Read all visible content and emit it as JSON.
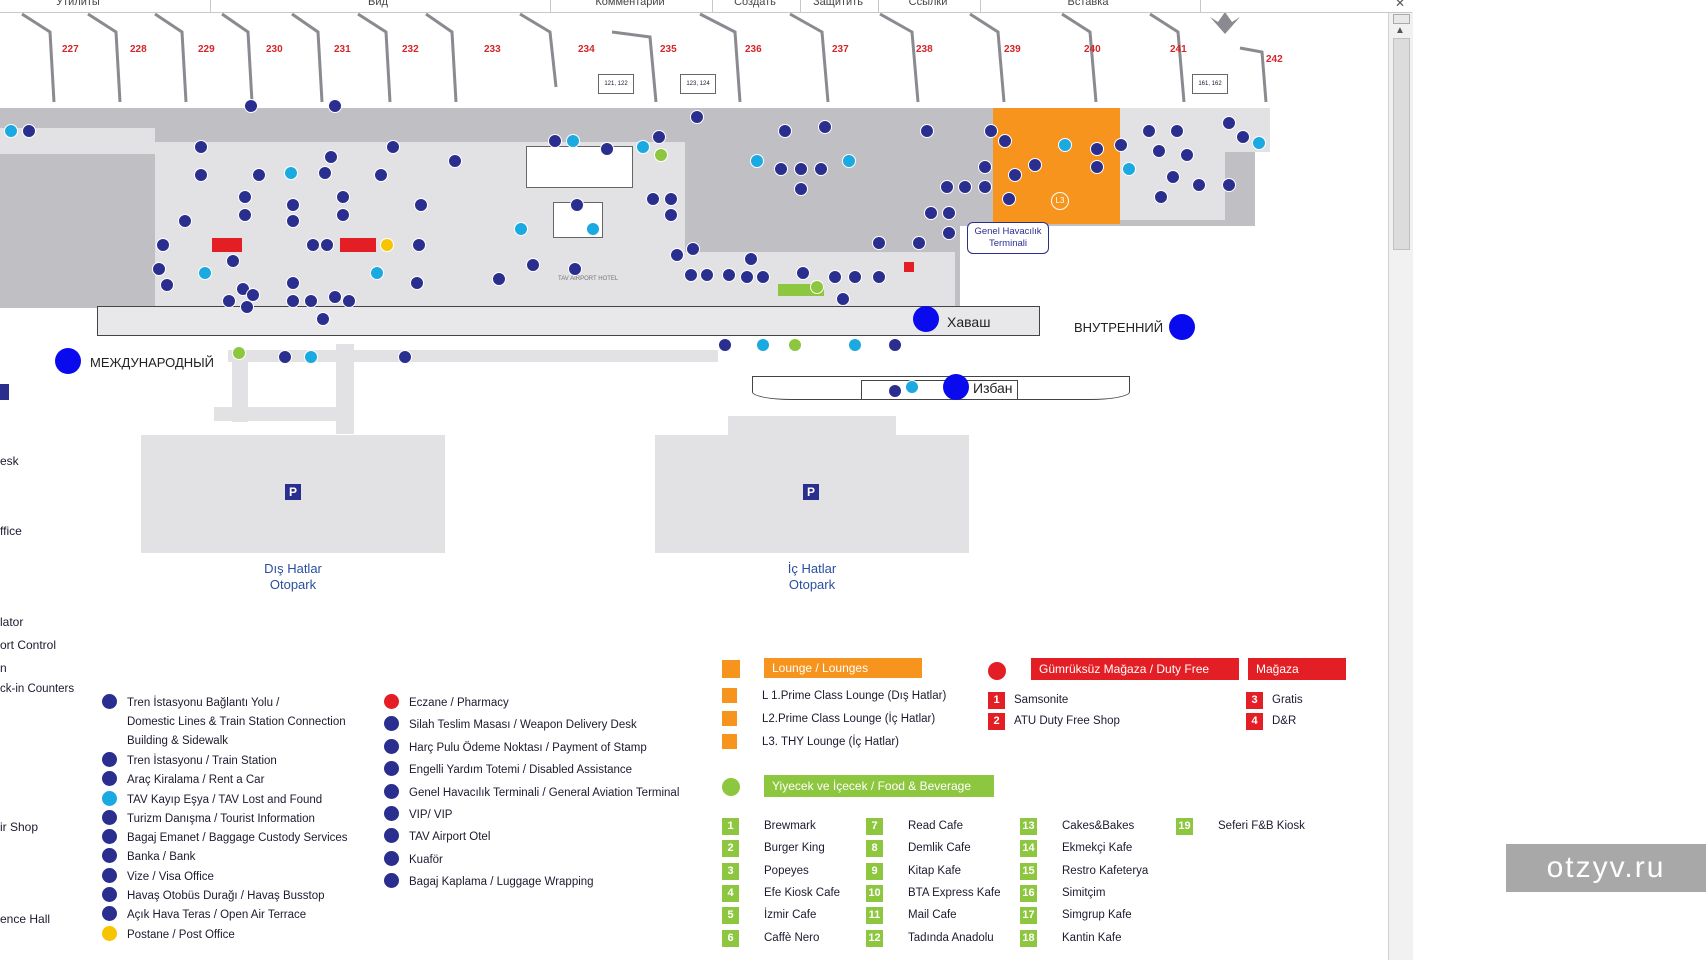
{
  "ribbon": {
    "tabs": [
      "Утилиты",
      "Вид",
      "Комментарии",
      "Создать",
      "Защитить",
      "Ссылки",
      "Вставка"
    ]
  },
  "map": {
    "gates": [
      "227",
      "228",
      "229",
      "230",
      "231",
      "232",
      "233",
      "234",
      "235",
      "236",
      "237",
      "238",
      "239",
      "240",
      "241",
      "242"
    ],
    "bus_gates": [
      "121, 122",
      "123, 124",
      "161, 162"
    ],
    "transit_labels": {
      "havas": "Хаваш",
      "izban": "Избан",
      "international": "МЕЖДУНАРОДНЫЙ",
      "domestic": "ВНУТРЕННИЙ"
    },
    "general_aviation": "Genel Havacılık Terminali",
    "lounge_badge": "L3",
    "tav_label": "TAV AIRPORT HOTEL",
    "parking": [
      {
        "sign": "P",
        "name": "Dış Hatlar",
        "sub": "Otopark"
      },
      {
        "sign": "P",
        "name": "İç Hatlar",
        "sub": "Otopark"
      }
    ]
  },
  "left_clipped": [
    "esk",
    "ffice",
    "lator",
    "ort Control",
    "n",
    "ck-in Counters",
    "ir Shop",
    "ence Hall"
  ],
  "legend_col1": [
    {
      "icon": "train-connection-icon",
      "text": "Tren İstasyonu Bağlantı Yolu /\nDomestic Lines & Train Station Connection\nBuilding & Sidewalk"
    },
    {
      "icon": "train-station-icon",
      "text": "Tren İstasyonu / Train Station"
    },
    {
      "icon": "car-rental-icon",
      "text": "Araç Kiralama / Rent a Car"
    },
    {
      "icon": "lost-found-icon",
      "text": "TAV Kayıp Eşya / TAV Lost and Found"
    },
    {
      "icon": "tourist-info-icon",
      "text": "Turizm Danışma / Tourist Information"
    },
    {
      "icon": "baggage-custody-icon",
      "text": "Bagaj Emanet / Baggage Custody Services"
    },
    {
      "icon": "bank-icon",
      "text": "Banka / Bank"
    },
    {
      "icon": "visa-office-icon",
      "text": "Vize / Visa Office"
    },
    {
      "icon": "bus-stop-icon",
      "text": "Havaş Otobüs Durağı / Havaş Busstop"
    },
    {
      "icon": "open-terrace-icon",
      "text": "Açık Hava Teras / Open Air Terrace"
    },
    {
      "icon": "post-office-icon",
      "text": "Postane / Post Office"
    }
  ],
  "legend_col2": [
    {
      "icon": "pharmacy-icon",
      "text": "Eczane / Pharmacy"
    },
    {
      "icon": "weapon-delivery-icon",
      "text": "Silah Teslim Masası / Weapon Delivery Desk"
    },
    {
      "icon": "stamp-payment-icon",
      "text": "Harç Pulu Ödeme Noktası / Payment of Stamp"
    },
    {
      "icon": "disabled-assistance-icon",
      "text": "Engelli Yardım Totemi / Disabled Assistance"
    },
    {
      "icon": "general-aviation-icon",
      "text": "Genel Havacılık Terminali / General Aviation Terminal"
    },
    {
      "icon": "vip-icon",
      "text": "VIP/ VIP"
    },
    {
      "icon": "hotel-icon",
      "text": "TAV Airport Otel"
    },
    {
      "icon": "hairdresser-icon",
      "text": "Kuaför"
    },
    {
      "icon": "luggage-wrapping-icon",
      "text": "Bagaj Kaplama / Luggage Wrapping"
    }
  ],
  "lounges": {
    "header": "Lounge / Lounges",
    "items": [
      "L 1.Prime Class Lounge (Dış Hatlar)",
      "L2.Prime Class Lounge (İç Hatlar)",
      "L3. THY Lounge (İç Hatlar)"
    ]
  },
  "duty_free": {
    "header": "Gümrüksüz Mağaza / Duty Free",
    "items": [
      {
        "n": "1",
        "name": "Samsonite"
      },
      {
        "n": "2",
        "name": "ATU Duty Free Shop"
      }
    ]
  },
  "shop": {
    "header": "Mağaza",
    "items": [
      {
        "n": "3",
        "name": "Gratis"
      },
      {
        "n": "4",
        "name": "D&R"
      }
    ]
  },
  "food": {
    "header": "Yiyecek ve İçecek / Food & Beverage",
    "items": [
      {
        "n": "1",
        "name": "Brewmark"
      },
      {
        "n": "2",
        "name": "Burger King"
      },
      {
        "n": "3",
        "name": "Popeyes"
      },
      {
        "n": "4",
        "name": "Efe Kiosk Cafe"
      },
      {
        "n": "5",
        "name": "İzmir Cafe"
      },
      {
        "n": "6",
        "name": "Caffè Nero"
      },
      {
        "n": "7",
        "name": "Read Cafe"
      },
      {
        "n": "8",
        "name": "Demlik Cafe"
      },
      {
        "n": "9",
        "name": "Kitap Kafe"
      },
      {
        "n": "10",
        "name": "BTA Express Kafe"
      },
      {
        "n": "11",
        "name": "Mail Cafe"
      },
      {
        "n": "12",
        "name": "Tadında Anadolu"
      },
      {
        "n": "13",
        "name": "Cakes&Bakes"
      },
      {
        "n": "14",
        "name": "Ekmekçi Kafe"
      },
      {
        "n": "15",
        "name": "Restro Kafeterya"
      },
      {
        "n": "16",
        "name": "Simitçim"
      },
      {
        "n": "17",
        "name": "Simgrup Kafe"
      },
      {
        "n": "18",
        "name": "Kantin Kafe"
      },
      {
        "n": "19",
        "name": "Seferi F&B Kiosk"
      }
    ]
  },
  "watermark": "otzyv.ru",
  "colors": {
    "orange": "#f7941d",
    "red": "#e31e24",
    "green": "#8dc63f",
    "navy": "#2a2f8f",
    "cyan": "#1aa9e0",
    "marker_blue": "#0a0aee"
  }
}
